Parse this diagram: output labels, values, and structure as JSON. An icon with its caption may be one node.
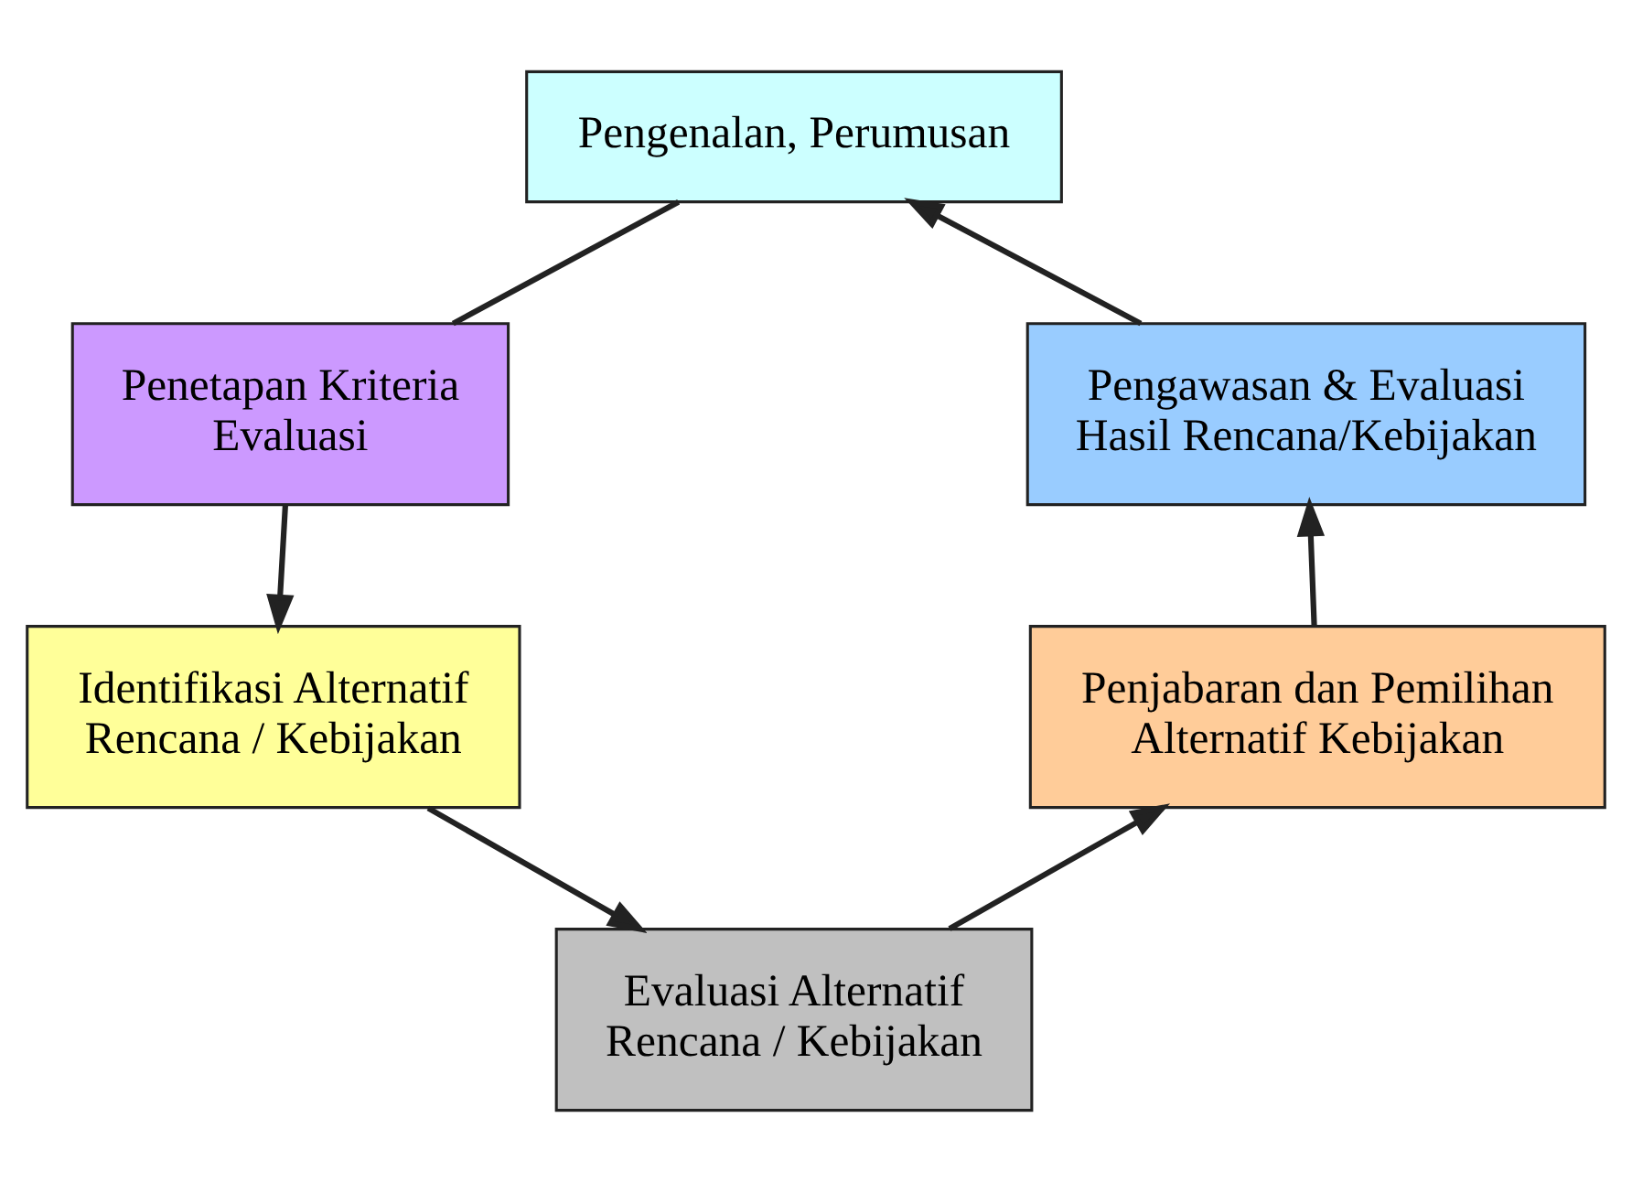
{
  "diagram": {
    "nodes": [
      {
        "text": [
          "Pengenalan, Perumusan"
        ]
      },
      {
        "text": [
          "Pengawasan & Evaluasi Hasil Rencana/Kebijakan"
        ]
      },
      {
        "text": [
          "Penetapan Kriteria Evaluasi"
        ]
      },
      {
        "text": [
          "Penjabaran dan Pemilihan Alternatif Kebijakan"
        ]
      },
      {
        "text": [
          "Identifikasi Alternatif Rencana / Kebijakan"
        ]
      },
      {
        "text": [
          "Evaluasi Alternatif Rencana / Kebijakan"
        ]
      }
    ],
    "edges": [
      {
        "from": 0,
        "to": 2,
        "arrow": "none"
      },
      {
        "from": 2,
        "to": 4,
        "arrow": "to"
      },
      {
        "from": 4,
        "to": 5,
        "arrow": "to"
      },
      {
        "from": 5,
        "to": 3,
        "arrow": "to"
      },
      {
        "from": 3,
        "to": 1,
        "arrow": "to"
      },
      {
        "from": 1,
        "to": 0,
        "arrow": "to"
      }
    ]
  }
}
